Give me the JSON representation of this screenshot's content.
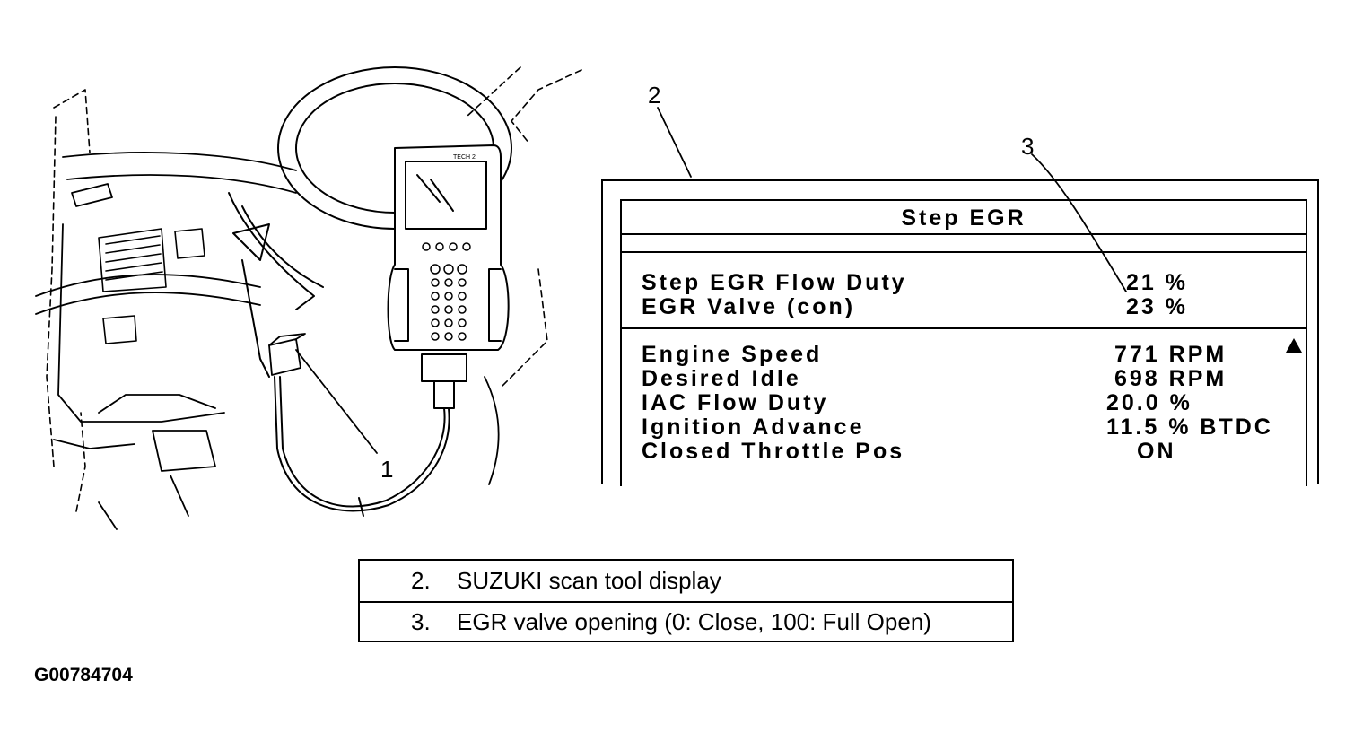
{
  "callouts": {
    "c1": "1",
    "c2": "2",
    "c3": "3"
  },
  "display": {
    "title": "Step EGR",
    "top_rows": [
      {
        "label": "Step EGR  Flow  Duty",
        "value": "21 %"
      },
      {
        "label": "EGR Valve   (con)",
        "value": "23 %"
      }
    ],
    "bottom_rows": [
      {
        "label": "Engine Speed",
        "value": "771 RPM"
      },
      {
        "label": "Desired  Idle",
        "value": "698 RPM"
      },
      {
        "label": "IAC Flow Duty",
        "value": "20.0 %"
      },
      {
        "label": "Ignition  Advance",
        "value": "11.5 % BTDC"
      },
      {
        "label": "Closed Throttle Pos",
        "value": "ON"
      }
    ]
  },
  "legend": [
    {
      "num": "2.",
      "text": "SUZUKI scan tool display"
    },
    {
      "num": "3.",
      "text": "EGR valve opening (0: Close, 100: Full Open)"
    }
  ],
  "figure_code": "G00784704",
  "device_logo_text": "TECH 2"
}
